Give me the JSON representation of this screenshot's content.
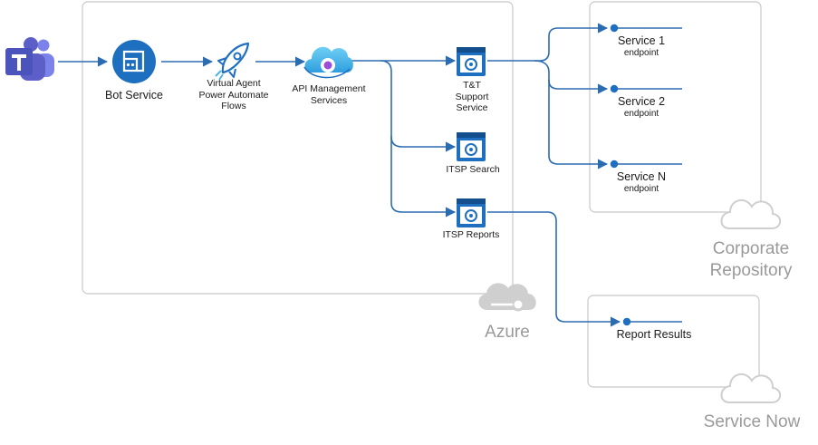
{
  "colors": {
    "connector": "#2b6cb0",
    "icon_blue": "#1e6fbf",
    "light_blue": "#4fb3e8",
    "container_border": "#c8c8c8",
    "cloud_gray": "#cfcfcf",
    "label_gray": "#9a9a9a",
    "teams_purple": "#5b5fc7"
  },
  "icons": {
    "teams": "teams-icon",
    "bot": "bot-service-icon",
    "rocket": "virtual-agent-rocket-icon",
    "apim": "api-management-cloud-icon",
    "service": "app-service-icon"
  },
  "nodes": {
    "bot_service": "Bot Service",
    "virtual_agent": [
      "Virtual Agent",
      "Power Automate",
      "Flows"
    ],
    "api_management": [
      "API Management",
      "Services"
    ],
    "tt_support": [
      "T&T",
      "Support",
      "Service"
    ],
    "itsp_search": "ITSP Search",
    "itsp_reports": "ITSP Reports",
    "service1": {
      "name": "Service 1",
      "sub": "endpoint"
    },
    "service2": {
      "name": "Service 2",
      "sub": "endpoint"
    },
    "serviceN": {
      "name": "Service N",
      "sub": "endpoint"
    },
    "report_results": "Report Results"
  },
  "containers": {
    "azure": "Azure",
    "corporate": [
      "Corporate",
      "Repository"
    ],
    "servicenow": "Service Now"
  }
}
